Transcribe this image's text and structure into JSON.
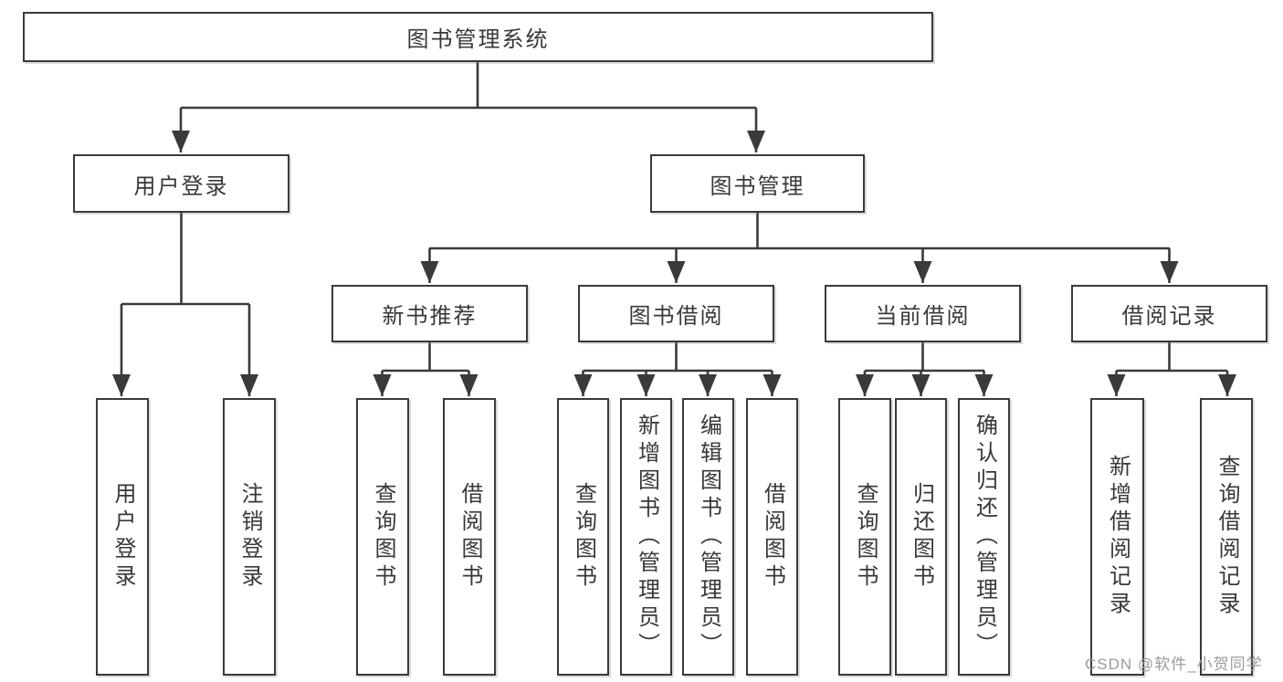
{
  "tree": {
    "label": "图书管理系统",
    "children": [
      {
        "label": "用户登录",
        "children": [
          {
            "label": "用户登录"
          },
          {
            "label": "注销登录"
          }
        ]
      },
      {
        "label": "图书管理",
        "children": [
          {
            "label": "新书推荐",
            "children": [
              {
                "label": "查询图书"
              },
              {
                "label": "借阅图书"
              }
            ]
          },
          {
            "label": "图书借阅",
            "children": [
              {
                "label": "查询图书"
              },
              {
                "label": "新增图书（管理员）"
              },
              {
                "label": "编辑图书（管理员）"
              },
              {
                "label": "借阅图书"
              }
            ]
          },
          {
            "label": "当前借阅",
            "children": [
              {
                "label": "查询图书"
              },
              {
                "label": "归还图书"
              },
              {
                "label": "确认归还（管理员）"
              }
            ]
          },
          {
            "label": "借阅记录",
            "children": [
              {
                "label": "新增借阅记录"
              },
              {
                "label": "查询借阅记录"
              }
            ]
          }
        ]
      }
    ]
  },
  "watermark": {
    "text": "CSDN @软件_小贺同学",
    "color": "#9b9b9b"
  },
  "colors": {
    "line": "#3a3a3a",
    "border": "#3a3a3a",
    "text": "#383838",
    "background": "#ffffff"
  }
}
